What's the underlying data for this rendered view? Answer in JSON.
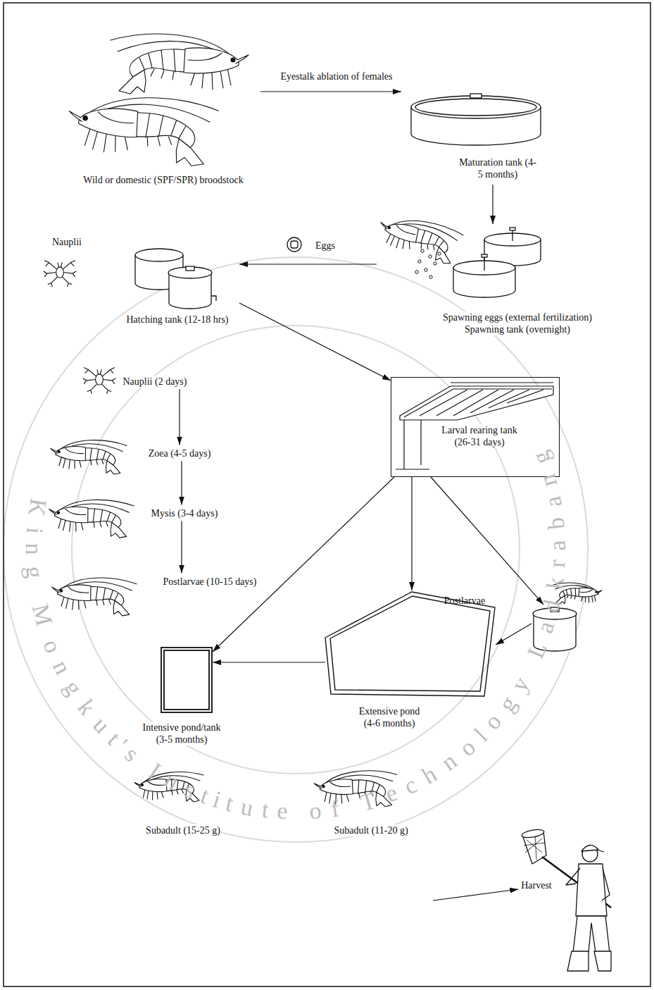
{
  "diagram": {
    "nodes": [
      {
        "text": [
          "Wild or domestic (SPF/SPR) broodstock"
        ]
      },
      {
        "text": [
          "Maturation tank (4-5 months)"
        ]
      },
      {
        "text": [
          "Hatching tank (12-18 hrs)"
        ]
      },
      {
        "text": [
          "Spawning eggs (external fertilization)",
          "Spawning tank (overnight)"
        ]
      },
      {
        "text": [
          "Nauplii (2 days)"
        ]
      },
      {
        "text": [
          "Larval rearing tank (26-31 days)"
        ]
      },
      {
        "text": [
          "Zoea (4-5 days)"
        ]
      },
      {
        "text": [
          "Mysis (3-4 days)"
        ]
      },
      {
        "text": [
          "Postlarvae (10-15 days)"
        ]
      },
      {
        "text": [
          "Postlarvae"
        ]
      },
      {
        "text": [
          "Intensive pond/tank (3-5 months)"
        ]
      },
      {
        "text": [
          "Extensive pond (4-6 months)"
        ]
      },
      {
        "text": [
          "Subadult (15-25 g)"
        ]
      },
      {
        "text": [
          "Subadult (11-20 g)"
        ]
      },
      {
        "text": [
          "Harvest"
        ]
      }
    ],
    "edges": [
      {
        "from": 0,
        "to": 1,
        "label": "Eyestalk ablation of females",
        "arrow": "to"
      },
      {
        "from": 1,
        "to": 3,
        "arrow": "to"
      },
      {
        "from": 3,
        "to": 2,
        "label": "Eggs",
        "arrow": "to"
      },
      {
        "from": 2,
        "to": 5,
        "arrow": "to"
      },
      {
        "from": 4,
        "to": 6,
        "arrow": "to"
      },
      {
        "from": 6,
        "to": 7,
        "arrow": "to"
      },
      {
        "from": 7,
        "to": 8,
        "arrow": "to"
      },
      {
        "from": 5,
        "to": 10,
        "arrow": "to"
      },
      {
        "from": 5,
        "to": 11,
        "arrow": "to"
      },
      {
        "from": 5,
        "to": 9,
        "arrow": "to"
      },
      {
        "from": 11,
        "to": 10,
        "arrow": "to"
      },
      {
        "from": 9,
        "to": 11,
        "arrow": "to"
      },
      {
        "from": 13,
        "to": 14,
        "arrow": "to"
      }
    ],
    "labels": [
      "Nauplii",
      "King Mongkut's Institute of Technology Ladkrabang"
    ]
  }
}
